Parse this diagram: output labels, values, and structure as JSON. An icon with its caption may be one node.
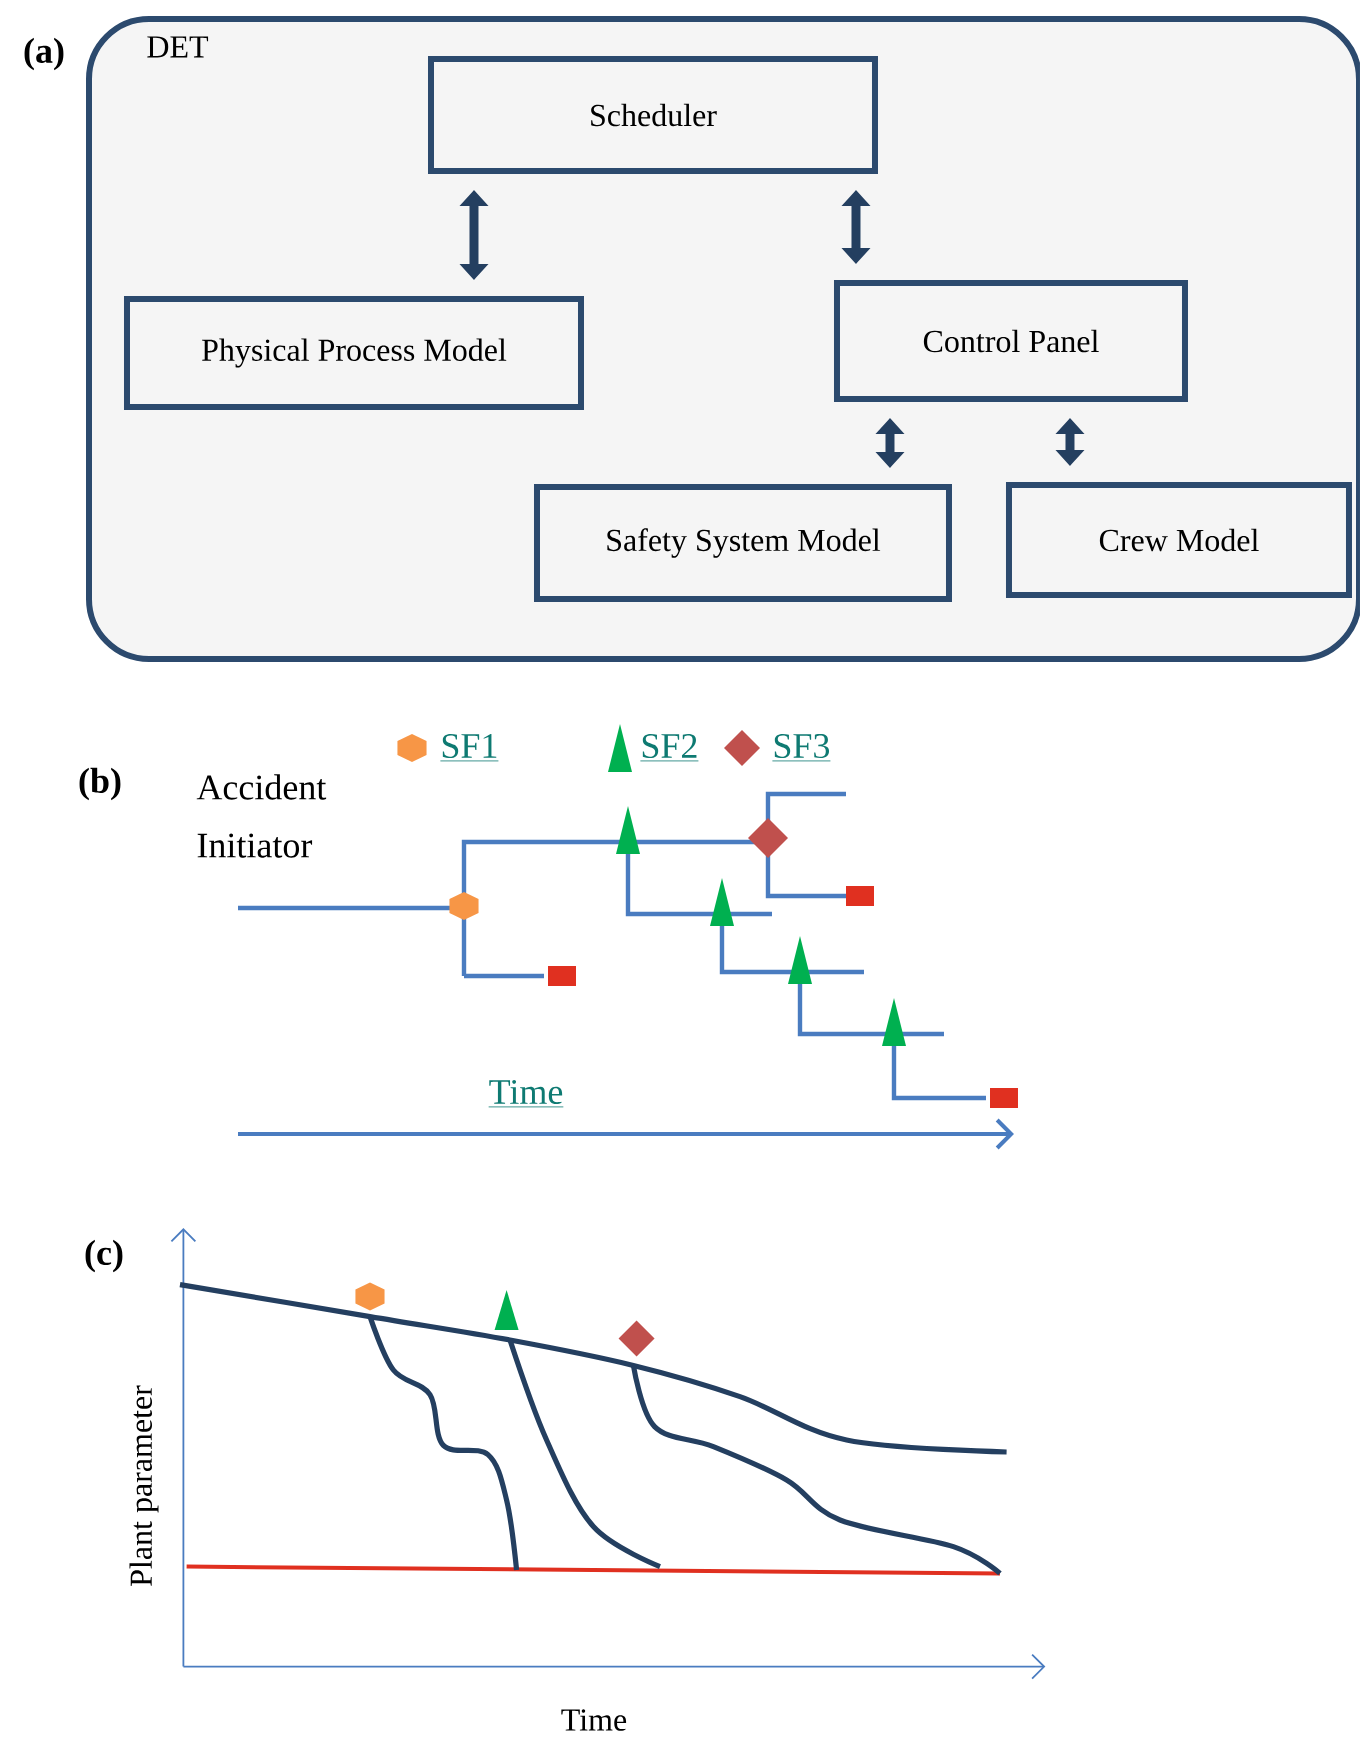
{
  "diagram": {
    "nodes": [
      {
        "text": [
          "DET"
        ]
      },
      {
        "text": [
          "Scheduler"
        ],
        "in": 0
      },
      {
        "text": [
          "Physical Process Model"
        ],
        "in": 0
      },
      {
        "text": [
          "Control Panel"
        ],
        "in": 0
      },
      {
        "text": [
          "Safety System Model"
        ],
        "in": 0
      },
      {
        "text": [
          "Crew Model"
        ],
        "in": 0
      }
    ],
    "edges": [
      {
        "from": 1,
        "to": 2,
        "arrow": "both"
      },
      {
        "from": 1,
        "to": 3,
        "arrow": "both"
      },
      {
        "from": 3,
        "to": 4,
        "arrow": "both"
      },
      {
        "from": 3,
        "to": 5,
        "arrow": "both"
      }
    ],
    "labels": [
      "(a)",
      "(b)",
      "Accident Initiator",
      "Time",
      "(c)",
      "Plant parameter",
      "Time"
    ],
    "legend": [
      {
        "text": "SF1"
      },
      {
        "text": "SF2"
      },
      {
        "text": "SF3"
      }
    ]
  }
}
